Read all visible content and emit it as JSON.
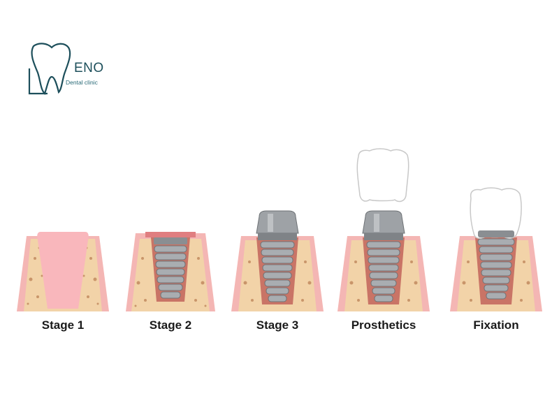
{
  "brand": {
    "name": "ENO",
    "tagline": "Dental clinic",
    "color": "#1d4f5b"
  },
  "stages": [
    {
      "label": "Stage 1"
    },
    {
      "label": "Stage 2"
    },
    {
      "label": "Stage 3"
    },
    {
      "label": "Prosthetics"
    },
    {
      "label": "Fixation"
    }
  ],
  "colors": {
    "bone": "#f2d3a8",
    "gum": "#f4b6b4",
    "gum_edge": "#ec9a9c",
    "socket": "#f9b7bc",
    "metal": "#9ea2a6",
    "crown": "#ffffff"
  }
}
